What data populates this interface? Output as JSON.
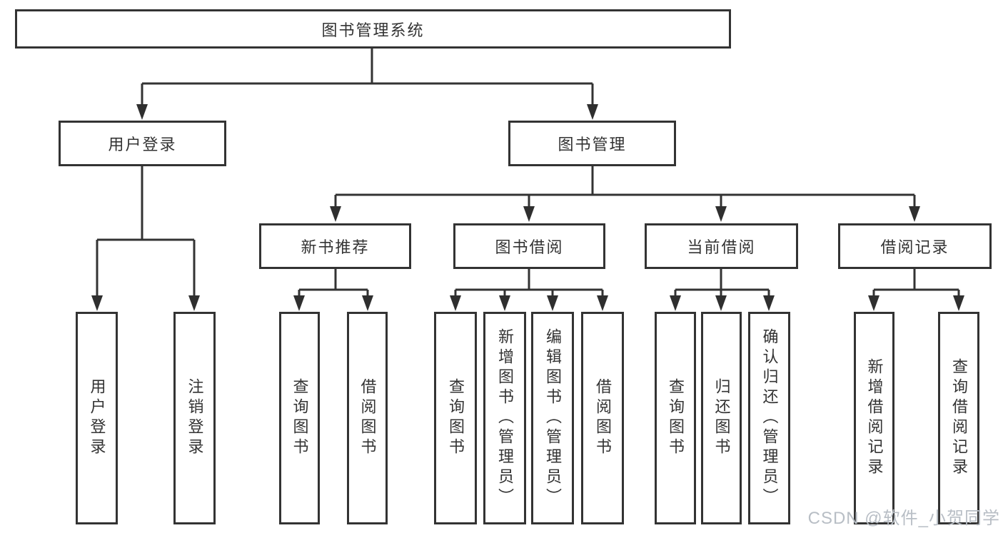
{
  "nodes": {
    "root": {
      "label": "图书管理系统"
    },
    "level2": {
      "user_login": {
        "label": "用户登录"
      },
      "book_mgmt": {
        "label": "图书管理"
      }
    },
    "level3": {
      "new_books": {
        "label": "新书推荐"
      },
      "book_borrow": {
        "label": "图书借阅"
      },
      "current_borrow": {
        "label": "当前借阅"
      },
      "borrow_records": {
        "label": "借阅记录"
      }
    },
    "leaves": {
      "ul_login": {
        "label": "用户登录"
      },
      "ul_logout": {
        "label": "注销登录"
      },
      "nb_query": {
        "label": "查询图书"
      },
      "nb_borrow": {
        "label": "借阅图书"
      },
      "bb_query": {
        "label": "查询图书"
      },
      "bb_add": {
        "label": "新增图书（管理员）"
      },
      "bb_edit": {
        "label": "编辑图书（管理员）"
      },
      "bb_borrow": {
        "label": "借阅图书"
      },
      "cb_query": {
        "label": "查询图书"
      },
      "cb_return": {
        "label": "归还图书"
      },
      "cb_confirm": {
        "label": "确认归还（管理员）"
      },
      "br_add": {
        "label": "新增借阅记录"
      },
      "br_query": {
        "label": "查询借阅记录"
      }
    }
  },
  "watermark": {
    "text": "CSDN @软件_小贺同学"
  },
  "colors": {
    "line": "#333333",
    "text": "#333333",
    "watermark": "#b8bec5",
    "background": "#ffffff"
  }
}
